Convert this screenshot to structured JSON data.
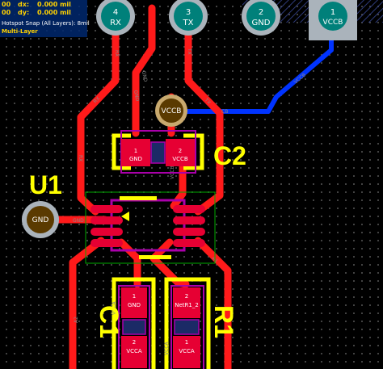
{
  "hud": {
    "row1_left": "00",
    "dx_label": "dx:",
    "dx_value": "0.000 mil",
    "row2_left": "00",
    "dy_label": "dy:",
    "dy_value": "0.000 mil",
    "snap_text": "Hotspot Snap (All Layers): 8mil",
    "layer_text": "Multi-Layer"
  },
  "connector_pads": [
    {
      "number": "4",
      "net": "RX"
    },
    {
      "number": "3",
      "net": "TX"
    },
    {
      "number": "2",
      "net": "GND"
    },
    {
      "number": "1",
      "net": "VCCB"
    }
  ],
  "vias": {
    "vccb": "VCCB",
    "gnd": "GND"
  },
  "components": {
    "c2": {
      "designator": "C2",
      "pad1_number": "1",
      "pad1_net": "GND",
      "pad2_number": "2",
      "pad2_net": "VCCB"
    },
    "u1": {
      "designator": "U1"
    },
    "c1": {
      "designator": "C1",
      "pad1_number": "1",
      "pad1_net": "GND",
      "pad2_number": "2",
      "pad2_net": "VCCA"
    },
    "r1": {
      "designator": "R1",
      "pad1_number": "2",
      "pad1_net": "NetR1_2",
      "pad2_number": "1",
      "pad2_net": "VCCA"
    }
  },
  "trace_labels": {
    "rx_top": "RX",
    "gnd_top": "GND",
    "tx_top": "TX",
    "vccb_top": "VCCB",
    "rx_mid": "RX",
    "gnd_mid": "GND",
    "tx_mid": "TX",
    "vccb_mid": "CB",
    "rx_left": "RX",
    "vccb_u1": "VCCB",
    "gnd_u1": "GND",
    "a1_u1": "A1",
    "a2_left": "A2",
    "vcca_c1": "VCCA",
    "vcca_r1": "VCCA"
  },
  "colors": {
    "background": "#000000",
    "top_copper": "#ff1a1a",
    "bottom_copper": "#0033ff",
    "overlay": "#ffff00",
    "pad_fill": "#e60033",
    "via_ring": "#c8a96e",
    "multilayer_pad": "#aab3bb",
    "mech_outline": "#00aa00",
    "keepout": "#aa00aa"
  }
}
